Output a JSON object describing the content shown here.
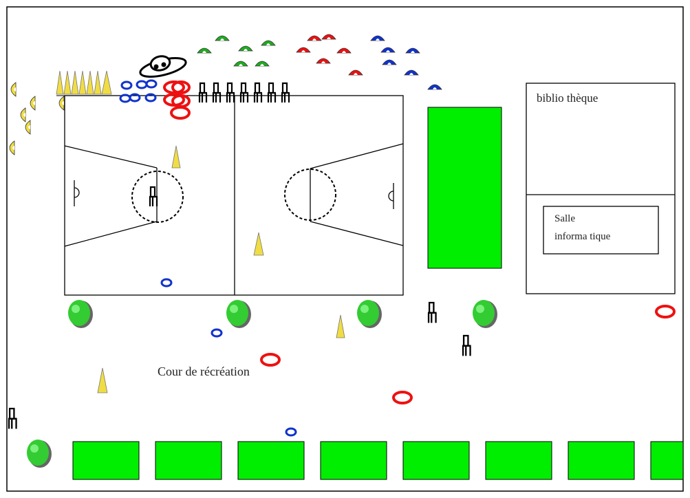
{
  "labels": {
    "library": "biblio thèque",
    "computer_room_line1": "Salle",
    "computer_room_line2": "informa tique",
    "playground": "Cour de récréation"
  },
  "colors": {
    "grass": "#00ee00",
    "green_marker": "#22aa22",
    "red": "#ee1111",
    "blue": "#1133cc",
    "yellow": "#f0dd44",
    "tree": "#33cc33",
    "line": "#000000"
  },
  "icons": {
    "tree": "tree-icon",
    "chair": "chair-icon",
    "cone": "cone-icon",
    "hoop": "hoop-icon",
    "disc": "disc-icon",
    "marker": "marker-cap-icon",
    "spaceship": "spaceship-icon"
  }
}
